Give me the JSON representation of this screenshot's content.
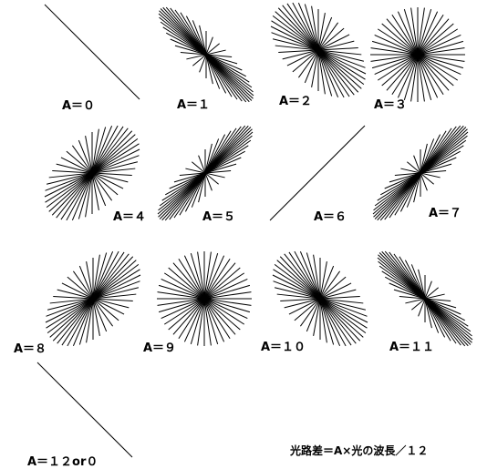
{
  "panels": [
    {
      "label": "A＝０",
      "phase_step": 0
    },
    {
      "label": "A＝１",
      "phase_step": 1
    },
    {
      "label": "A＝２",
      "phase_step": 2
    },
    {
      "label": "A＝３",
      "phase_step": 3
    },
    {
      "label": "A＝４",
      "phase_step": 4
    },
    {
      "label": "A＝５",
      "phase_step": 5
    },
    {
      "label": "A＝６",
      "phase_step": 6
    },
    {
      "label": "A＝７",
      "phase_step": 7
    },
    {
      "label": "A＝８",
      "phase_step": 8
    },
    {
      "label": "A＝９",
      "phase_step": 9
    },
    {
      "label": "A＝１０",
      "phase_step": 10
    },
    {
      "label": "A＝１１",
      "phase_step": 11
    },
    {
      "label": "A＝１２or０",
      "phase_step": 12
    }
  ],
  "formula": "光路差＝A×光の波長／１２",
  "phase_divisions": 12,
  "stroke_color": "#000000"
}
